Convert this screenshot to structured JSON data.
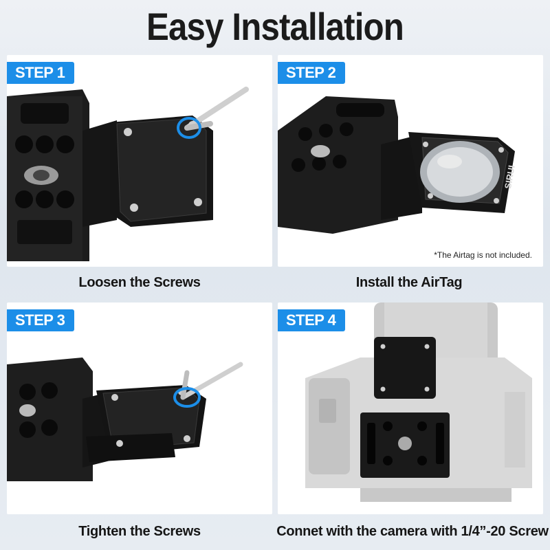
{
  "title": "Easy Installation",
  "steps": [
    {
      "badge": "STEP 1",
      "caption": "Loosen the Screws"
    },
    {
      "badge": "STEP 2",
      "caption": "Install the AirTag",
      "note": "*The Airtag is not included."
    },
    {
      "badge": "STEP 3",
      "caption": "Tighten the Screws"
    },
    {
      "badge": "STEP 4",
      "caption": "Connet with the camera with 1/4”-20 Screw"
    }
  ],
  "brand": "SIRUI",
  "colors": {
    "accent": "#1c8ee8",
    "metal": "#1a1a1a"
  }
}
